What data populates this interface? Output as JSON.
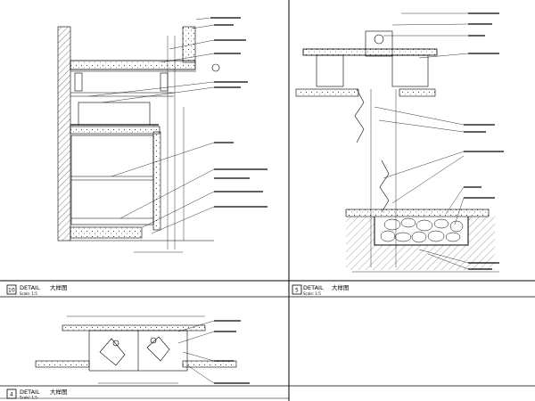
{
  "sheet": {
    "panels": [
      {
        "number": "10",
        "title": "DETAIL",
        "name": "大样图",
        "scale": "Scale: 1:5"
      },
      {
        "number": "5",
        "title": "DETAIL",
        "name": "大样图",
        "scale": "Scale: 1:5"
      },
      {
        "number": "4",
        "title": "DETAIL",
        "name": "大样图",
        "scale": "Scale: 1:5"
      }
    ]
  }
}
